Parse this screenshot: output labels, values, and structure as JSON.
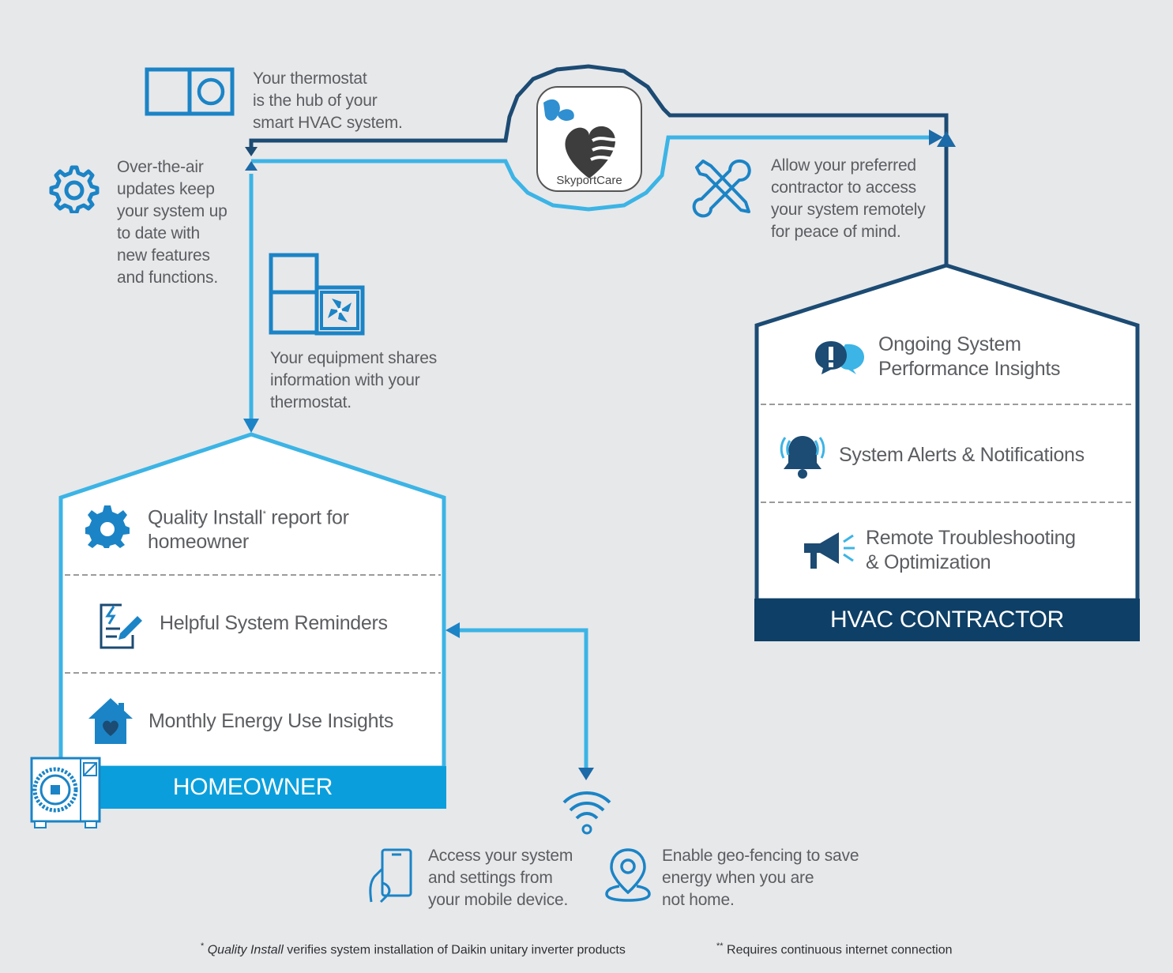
{
  "app_logo": {
    "label": "SkyportCare"
  },
  "callouts": {
    "thermostat": [
      "Your thermostat",
      "is the hub of your",
      "smart HVAC system."
    ],
    "ota": [
      "Over-the-air",
      "updates keep",
      "your system up",
      "to date with",
      "new features",
      "and functions."
    ],
    "equipment": [
      "Your equipment shares",
      "information with your",
      "thermostat."
    ],
    "contractor_access": [
      "Allow your preferred",
      "contractor to access",
      "your system remotely",
      "for peace of mind."
    ],
    "mobile": [
      "Access your system",
      "and settings from",
      "your mobile device."
    ],
    "geofence": [
      "Enable geo-fencing to save",
      "energy when you are",
      "not home."
    ]
  },
  "homeowner": {
    "label": "HOMEOWNER",
    "features": {
      "quality_install_line1": "Quality Install",
      "quality_install_sup": "*",
      "quality_install_line1_rest": " report for",
      "quality_install_line2": "homeowner",
      "reminders": "Helpful System Reminders",
      "energy": "Monthly Energy Use Insights"
    }
  },
  "contractor": {
    "label": "HVAC CONTRACTOR",
    "features": {
      "performance_line1": "Ongoing System",
      "performance_line2": "Performance Insights",
      "alerts": "System Alerts & Notifications",
      "troubleshooting_line1": "Remote Troubleshooting",
      "troubleshooting_line2": "& Optimization"
    }
  },
  "footnotes": {
    "note1_star": "*",
    "note1_italic": "Quality Install",
    "note1_rest": " verifies system installation of Daikin unitary inverter products",
    "note2_star": "**",
    "note2_rest": " Requires continuous internet connection"
  },
  "colors": {
    "dark_blue": "#1c4b73",
    "light_blue": "#3cb4e5",
    "mid_blue": "#1b84c6",
    "background": "#e7e8ea"
  }
}
